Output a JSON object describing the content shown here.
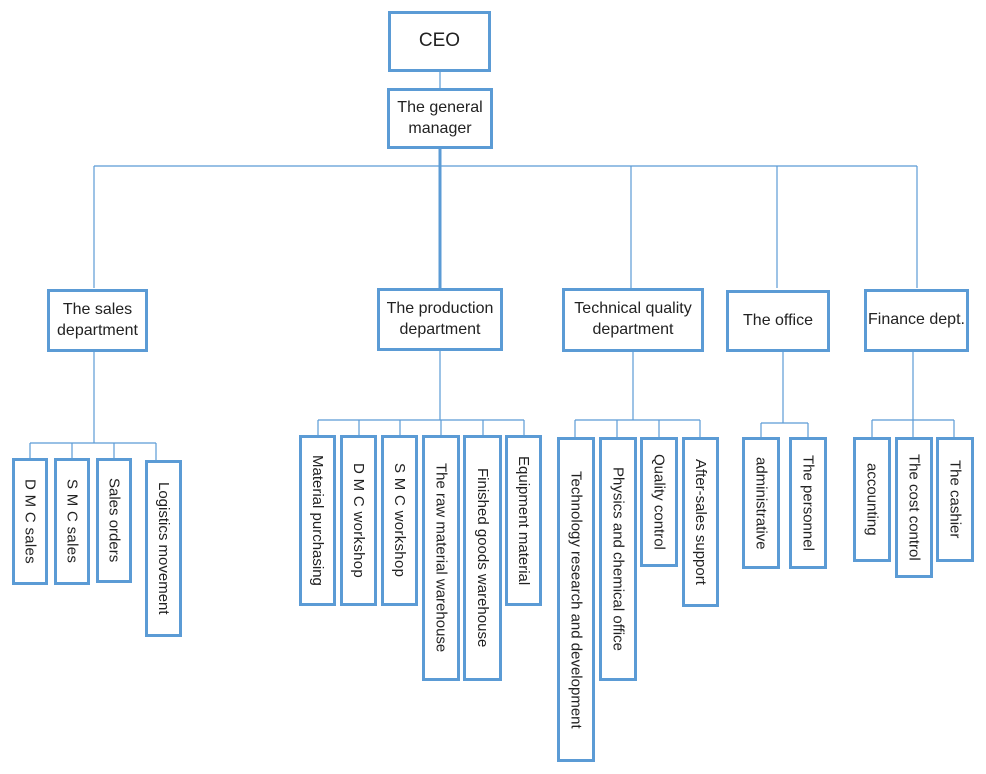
{
  "diagram": {
    "type": "organization-chart",
    "ceo": "CEO",
    "general_manager": "The general manager",
    "departments": [
      {
        "name": "The sales department",
        "units": [
          "D M C sales",
          "S M C sales",
          "Sales orders",
          "Logistics movement"
        ]
      },
      {
        "name": "The production department",
        "units": [
          "Material purchasing",
          "D M C workshop",
          "S M C workshop",
          "The raw material warehouse",
          "Finished goods warehouse",
          "Equipment material"
        ]
      },
      {
        "name": "Technical quality department",
        "units": [
          "Technology research and development",
          "Physics and chemical office",
          "Quality control",
          "After-sales support"
        ]
      },
      {
        "name": "The office",
        "units": [
          "administrative",
          "The personnel"
        ]
      },
      {
        "name": "Finance dept.",
        "units": [
          "accounting",
          "The cost control",
          "The cashier"
        ]
      }
    ],
    "colors": {
      "box_border": "#5b9bd5",
      "connector": "#5b9bd5",
      "background": "#ffffff"
    }
  }
}
